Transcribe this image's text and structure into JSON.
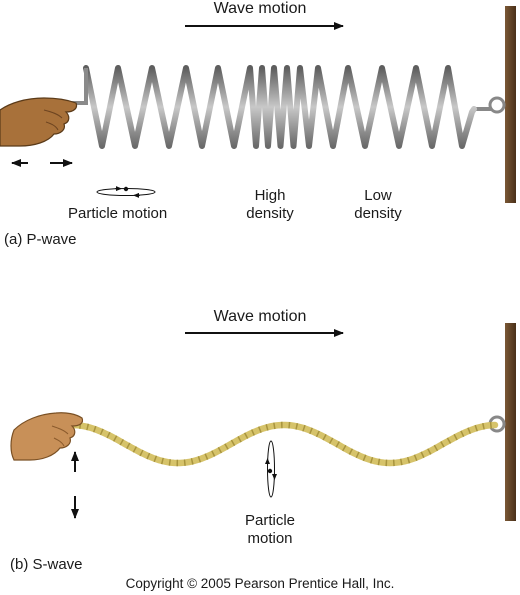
{
  "panel_a": {
    "wave_motion": "Wave motion",
    "particle_motion": "Particle motion",
    "high_density_1": "High",
    "high_density_2": "density",
    "low_density_1": "Low",
    "low_density_2": "density",
    "caption": "(a) P-wave"
  },
  "panel_b": {
    "wave_motion": "Wave motion",
    "particle_motion_1": "Particle",
    "particle_motion_2": "motion",
    "caption": "(b) S-wave"
  },
  "copyright": "Copyright © 2005 Pearson Prentice Hall, Inc.",
  "colors": {
    "spring": "#8c8c8c",
    "rope": "#d6c36a",
    "wall": "#5a3e24",
    "skin": "#b0783f",
    "ink": "#111111"
  },
  "icons": {
    "hand": "hand-icon",
    "wall": "wall-icon",
    "spring": "spring-icon",
    "rope": "rope-icon"
  }
}
